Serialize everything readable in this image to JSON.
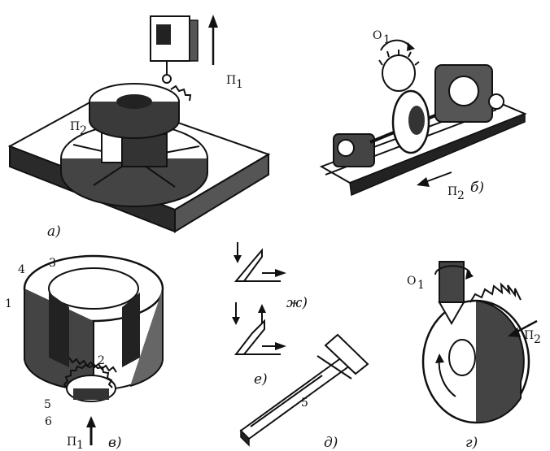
{
  "figure": {
    "panels": [
      {
        "id": "a",
        "caption": "а)",
        "labels": {
          "feed": "П",
          "feed_sub": "1",
          "feed2": "П",
          "feed2_sub": "2"
        }
      },
      {
        "id": "b",
        "caption": "б)",
        "labels": {
          "rot": "О",
          "rot_sub": "1",
          "feed": "П",
          "feed_sub": "2"
        }
      },
      {
        "id": "v",
        "caption": "в)",
        "labels": {
          "n1": "1",
          "n2": "2",
          "n3": "3",
          "n4": "4",
          "n5": "5",
          "n6": "6",
          "feed": "П",
          "feed_sub": "1"
        }
      },
      {
        "id": "d",
        "caption": "д)",
        "labels": {
          "n5": "5"
        }
      },
      {
        "id": "e",
        "caption": "е)"
      },
      {
        "id": "zh",
        "caption": "ж)"
      },
      {
        "id": "g",
        "caption": "г)",
        "labels": {
          "rot": "О",
          "rot_sub": "1",
          "feed": "П",
          "feed_sub": "2"
        }
      }
    ]
  }
}
